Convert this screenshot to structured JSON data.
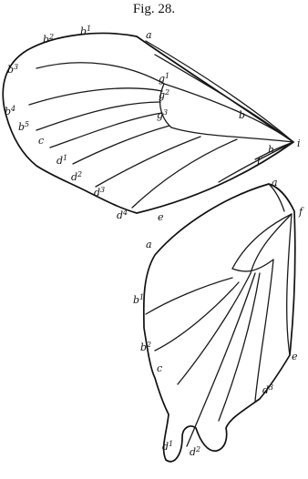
{
  "title": "Fig. 28.",
  "forewing_labels": [
    {
      "id": "a",
      "base": "a",
      "sup": ""
    },
    {
      "id": "b1",
      "base": "b",
      "sup": "1"
    },
    {
      "id": "b2",
      "base": "b",
      "sup": "2"
    },
    {
      "id": "b3",
      "base": "b",
      "sup": "3"
    },
    {
      "id": "b4",
      "base": "b",
      "sup": "4"
    },
    {
      "id": "b5",
      "base": "b",
      "sup": "5"
    },
    {
      "id": "g1",
      "base": "g",
      "sup": "1"
    },
    {
      "id": "g2",
      "base": "g",
      "sup": "2"
    },
    {
      "id": "g3",
      "base": "g",
      "sup": "3"
    },
    {
      "id": "b",
      "base": "b",
      "sup": ""
    },
    {
      "id": "c",
      "base": "c",
      "sup": ""
    },
    {
      "id": "d1",
      "base": "d",
      "sup": "1"
    },
    {
      "id": "d2",
      "base": "d",
      "sup": "2"
    },
    {
      "id": "d3",
      "base": "d",
      "sup": "3"
    },
    {
      "id": "d4",
      "base": "d",
      "sup": "4"
    },
    {
      "id": "e",
      "base": "e",
      "sup": ""
    },
    {
      "id": "f",
      "base": "f",
      "sup": ""
    },
    {
      "id": "h",
      "base": "h",
      "sup": ""
    },
    {
      "id": "i",
      "base": "i",
      "sup": ""
    }
  ],
  "hindwing_labels": [
    {
      "id": "a_top",
      "base": "a",
      "sup": ""
    },
    {
      "id": "a_left",
      "base": "a",
      "sup": ""
    },
    {
      "id": "b1",
      "base": "b",
      "sup": "1"
    },
    {
      "id": "b2",
      "base": "b",
      "sup": "2"
    },
    {
      "id": "c",
      "base": "c",
      "sup": ""
    },
    {
      "id": "d1",
      "base": "d",
      "sup": "1"
    },
    {
      "id": "d2",
      "base": "d",
      "sup": "2"
    },
    {
      "id": "d3",
      "base": "d",
      "sup": "3"
    },
    {
      "id": "e",
      "base": "e",
      "sup": ""
    },
    {
      "id": "f",
      "base": "f",
      "sup": ""
    }
  ]
}
